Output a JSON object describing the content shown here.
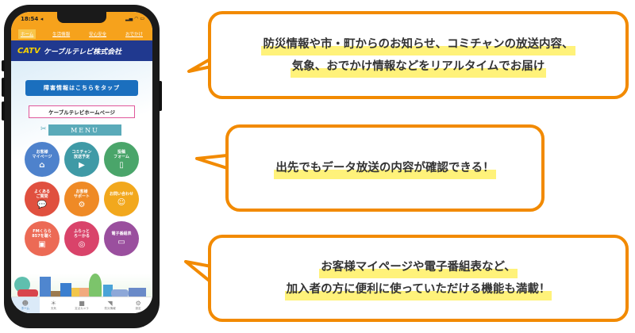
{
  "phone": {
    "status_bar": {
      "time": "18:54 ◂",
      "icons": "▂▄ ◠ ▭"
    },
    "top_nav": [
      {
        "label": "ホーム",
        "active": true
      },
      {
        "label": "生活情報"
      },
      {
        "label": "安心安全"
      },
      {
        "label": "おでかけ"
      }
    ],
    "brand": {
      "logo": "CATV",
      "name": "ケーブルテレビ株式会社"
    },
    "fault_button": "障害情報はこちらをタップ",
    "homepage_button": "ケーブルテレビホームページ",
    "menu_banner": "MENU",
    "menu_items": [
      {
        "label": "お客様\nマイページ",
        "icon": "home-icon",
        "glyph": "⌂",
        "color": "#4e82cc"
      },
      {
        "label": "コミチャン\n放送予定",
        "icon": "video-camera-icon",
        "glyph": "▶",
        "color": "#3f9aa6"
      },
      {
        "label": "投稿\nフォーム",
        "icon": "smartphone-icon",
        "glyph": "▯",
        "color": "#4aa56a"
      },
      {
        "label": "よくある\nご質問",
        "icon": "chat-icon",
        "glyph": "💬",
        "color": "#e0503f"
      },
      {
        "label": "お客様\nサポート",
        "icon": "tools-icon",
        "glyph": "⚙",
        "color": "#ef8a26"
      },
      {
        "label": "お問い合わせ",
        "icon": "operator-icon",
        "glyph": "☺",
        "color": "#f2a81d"
      },
      {
        "label": "FMくらら\n857を聴く",
        "icon": "radio-icon",
        "glyph": "▣",
        "color": "#ec6a55"
      },
      {
        "label": "ふらっと\nろーかる",
        "icon": "location-icon",
        "glyph": "◎",
        "color": "#d9436a"
      },
      {
        "label": "電子番組表",
        "icon": "tv-guide-icon",
        "glyph": "▭",
        "color": "#9a4f9e"
      }
    ],
    "tab_bar": [
      {
        "label": "ホーム",
        "icon": "mascot-icon",
        "glyph": "☻",
        "active": true
      },
      {
        "label": "天気",
        "icon": "weather-icon",
        "glyph": "☀"
      },
      {
        "label": "定点カメラ",
        "icon": "live-camera-icon",
        "glyph": "■"
      },
      {
        "label": "防災情報",
        "icon": "rss-icon",
        "glyph": "◥"
      },
      {
        "label": "設定",
        "icon": "gear-icon",
        "glyph": "⚙"
      }
    ]
  },
  "callouts": [
    {
      "lines": [
        "防災情報や市・町からのお知らせ、コミチャンの放送内容、",
        "気象、おでかけ情報などをリアルタイムでお届け"
      ]
    },
    {
      "lines": [
        "出先でもデータ放送の内容が確認できる！"
      ]
    },
    {
      "lines": [
        "お客様マイページや電子番組表など、",
        "加入者の方に便利に使っていただける機能も満載！"
      ]
    }
  ],
  "colors": {
    "accent_orange": "#f28a00",
    "highlight_yellow": "#fff27a",
    "brand_navy": "#20398f",
    "status_orange": "#f6a21c"
  }
}
